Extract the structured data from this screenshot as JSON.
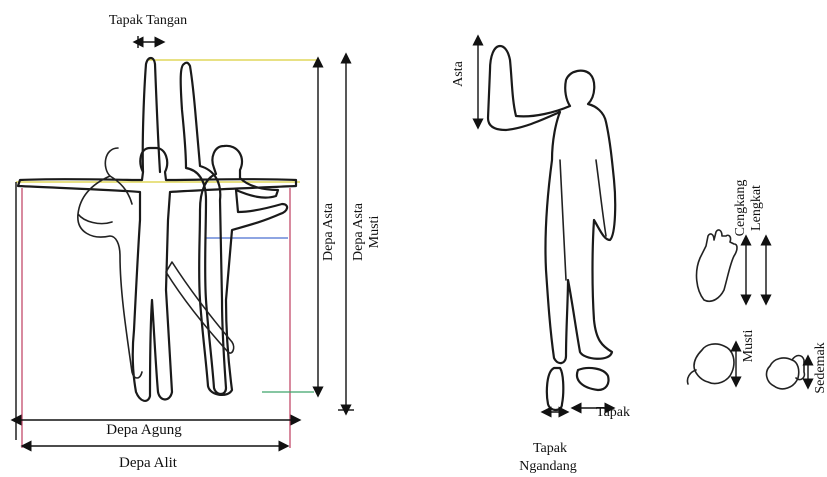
{
  "labels": {
    "tapak_tangan": "Tapak Tangan",
    "depa_asta": "Depa Asta",
    "depa_asta_musti_line1": "Depa Asta",
    "depa_asta_musti_line2": "Musti",
    "depa_agung": "Depa Agung",
    "depa_alit": "Depa Alit",
    "asta": "Asta",
    "tapak": "Tapak",
    "tapak_ngandang_line1": "Tapak",
    "tapak_ngandang_line2": "Ngandang",
    "cengkang": "Cengkang",
    "lengkat": "Lengkat",
    "musti": "Musti",
    "sedemak": "Sedemak"
  },
  "colors": {
    "ink": "#1a1a1a",
    "guide_yellow": "#d9cf3a",
    "guide_red": "#c24b6b",
    "guide_blue": "#4a6fd1",
    "guide_green": "#3fa56a"
  }
}
